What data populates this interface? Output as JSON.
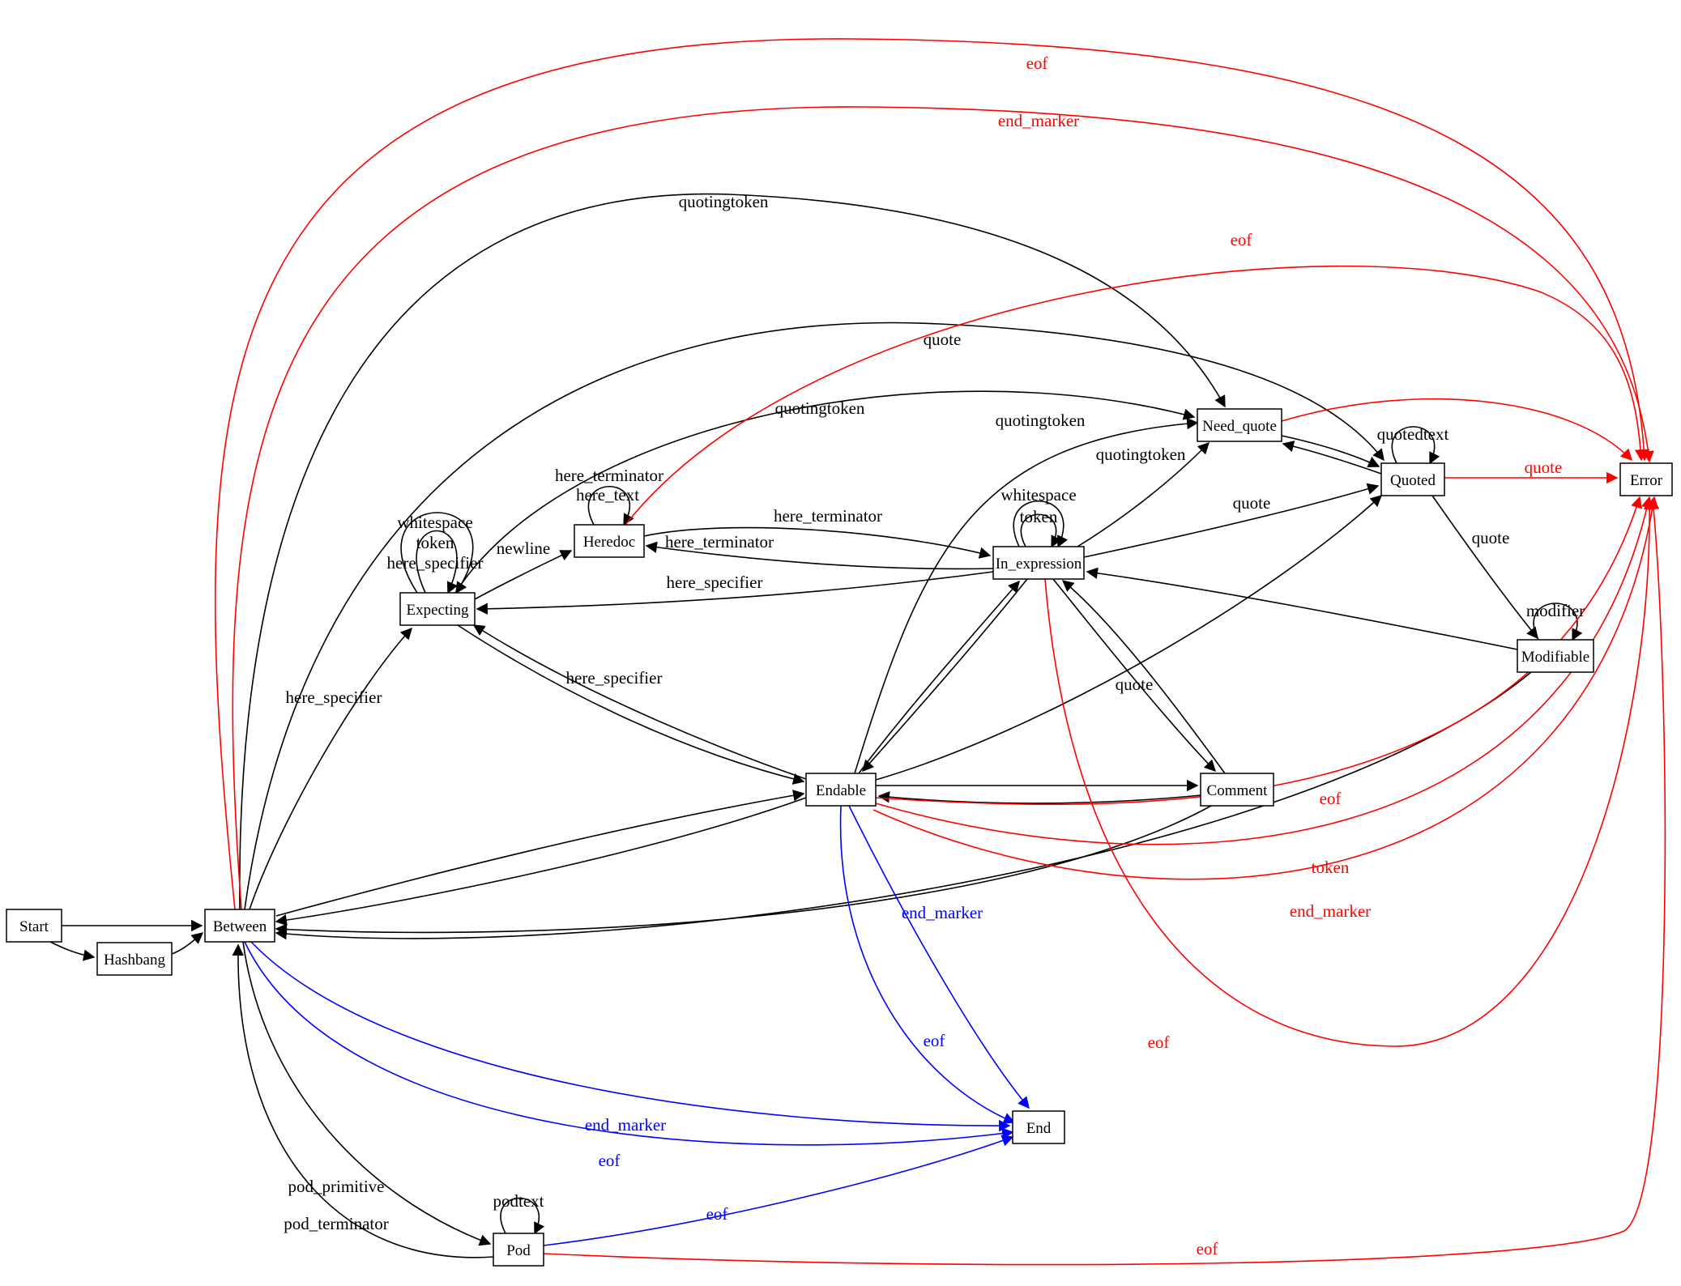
{
  "colors": {
    "edge_black": "#000000",
    "edge_red": "#ff0000",
    "edge_blue": "#0000ff",
    "node_fill": "#ffffff",
    "background": "#ffffff"
  },
  "nodes": {
    "start": {
      "label": "Start"
    },
    "hashbang": {
      "label": "Hashbang"
    },
    "between": {
      "label": "Between"
    },
    "expecting": {
      "label": "Expecting"
    },
    "heredoc": {
      "label": "Heredoc"
    },
    "in_expression": {
      "label": "In_expression"
    },
    "need_quote": {
      "label": "Need_quote"
    },
    "quoted": {
      "label": "Quoted"
    },
    "error": {
      "label": "Error"
    },
    "modifiable": {
      "label": "Modifiable"
    },
    "endable": {
      "label": "Endable"
    },
    "comment": {
      "label": "Comment"
    },
    "end": {
      "label": "End"
    },
    "pod": {
      "label": "Pod"
    }
  },
  "edge_labels": {
    "between_error_eof": "eof",
    "between_error_end_marker": "end_marker",
    "heredoc_error_eof": "eof",
    "quoted_error_quote": "quote",
    "endable_error_eof": "eof",
    "endable_error_token": "token",
    "endable_error_end_marker": "end_marker",
    "in_expression_error_eof": "eof",
    "pod_error_eof": "eof",
    "endable_end_end_marker": "end_marker",
    "endable_end_eof": "eof",
    "between_end_end_marker": "end_marker",
    "between_end_eof": "eof",
    "pod_end_eof": "eof",
    "between_expecting_here_specifier": "here_specifier",
    "expecting_loop_whitespace": "whitespace",
    "expecting_loop_token": "token",
    "expecting_loop_here_specifier": "here_specifier",
    "expecting_heredoc_newline": "newline",
    "heredoc_loop_here_terminator": "here_terminator",
    "heredoc_loop_here_text": "here_text",
    "heredoc_in_expression_here_terminator": "here_terminator",
    "in_expression_heredoc_here_terminator": "here_terminator",
    "in_expression_loop_whitespace": "whitespace",
    "in_expression_loop_token": "token",
    "in_expression_need_quote_quotingtoken": "quotingtoken",
    "expecting_need_quote_quotingtoken": "quotingtoken",
    "between_need_quote_quotingtoken": "quotingtoken",
    "endable_need_quote_quotingtoken": "quotingtoken",
    "between_quoted_quote": "quote",
    "in_expression_quoted_quote": "quote",
    "quoted_modifiable_quote": "quote",
    "endable_quoted_quote": "quote",
    "quoted_loop_quotedtext": "quotedtext",
    "modifiable_loop_modifier": "modifier",
    "in_expression_expecting_here_specifier": "here_specifier",
    "endable_expecting_here_specifier": "here_specifier",
    "between_pod_pod_primitive": "pod_primitive",
    "pod_between_pod_terminator": "pod_terminator",
    "pod_loop_podtext": "podtext"
  }
}
